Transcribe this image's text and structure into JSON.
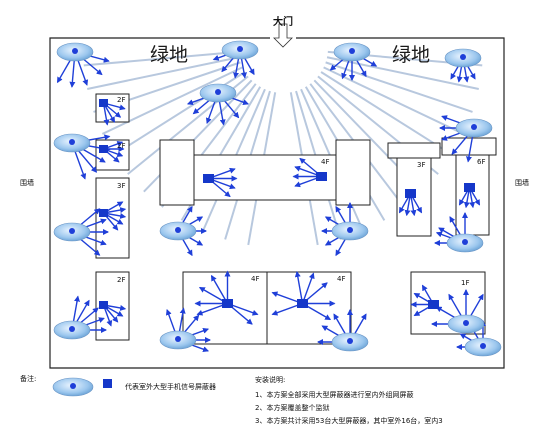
{
  "gate_label": "大门",
  "green_labels": [
    "绿地",
    "绿地"
  ],
  "wall_label": "围墙",
  "floors": {
    "b_left_1": "2F",
    "b_left_2": "2F",
    "b_left_3": "3F",
    "b_left_4": "2F",
    "b_center": "4F",
    "b_r1": "3F",
    "b_r2": "6F",
    "b_bottom_1": "4F",
    "b_bottom_2": "4F",
    "b_bottom_3": "1F"
  },
  "legend": {
    "title": "备注:",
    "description": "代表室外大型手机信号屏蔽器"
  },
  "notes": {
    "title": "安装说明:",
    "lines": [
      "1、本方案全部采用大型屏蔽器进行室内外组网屏蔽",
      "2、本方案覆盖整个监狱",
      "3、本方案共计采用53台大型屏蔽器，其中室外16台，室内3"
    ]
  },
  "colors": {
    "arrow": "#1f3fd8",
    "unit": "#1537c9",
    "building_border": "#222222",
    "ray": "#b8c8de",
    "disc": "#9cc7ee"
  }
}
